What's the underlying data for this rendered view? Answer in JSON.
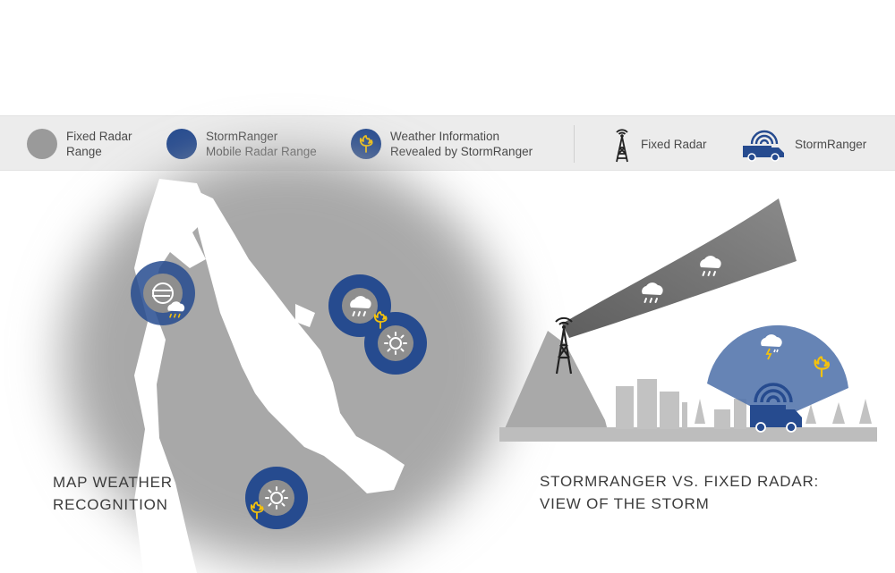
{
  "legend": {
    "fixed_radar_range": "Fixed Radar\nRange",
    "mobile_radar_range": "StormRanger\nMobile Radar Range",
    "revealed_info": "Weather Information\nRevealed by StormRanger",
    "fixed_radar": "Fixed Radar",
    "stormranger": "StormRanger"
  },
  "map_panel": {
    "title": "MAP WEATHER\nRECOGNITION"
  },
  "comparison_panel": {
    "title": "STORMRANGER VS. FIXED RADAR:\nVIEW OF THE STORM"
  },
  "colors": {
    "storm_blue": "#264b8f",
    "range_gray": "#8e8e8e",
    "highlight_yellow": "#f4c20d"
  },
  "icons": [
    "fixed-radar-range-icon",
    "mobile-radar-range-icon",
    "weather-revealed-icon",
    "fixed-radar-tower-icon",
    "stormranger-truck-icon",
    "cloud-rain-icon",
    "sun-icon",
    "wind-icon",
    "thunderstorm-icon"
  ]
}
